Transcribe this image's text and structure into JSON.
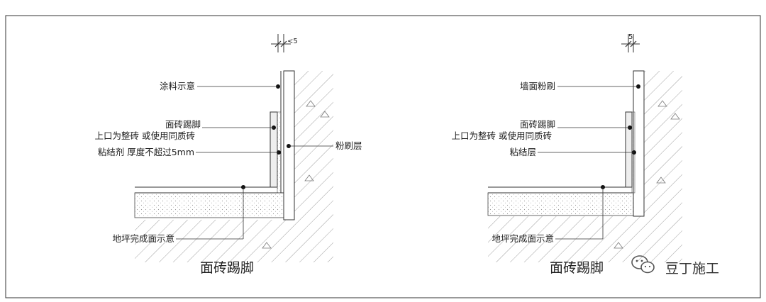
{
  "left": {
    "dim_label": "<5",
    "labels": {
      "coating": "涂料示意",
      "tile_skirting": "面砖踢脚",
      "top_edge": "上口为整砖 或使用同质砖",
      "adhesive": "粘结剂 厚度不超过5mm",
      "plaster": "粉刷层",
      "floor": "地坪完成面示意"
    },
    "title": "面砖踢脚"
  },
  "right": {
    "dim_label": "5",
    "labels": {
      "wall_paint": "墙面粉刷",
      "tile_skirting": "面砖踢脚",
      "top_edge": "上口为整砖 或使用同质砖",
      "bond_layer": "粘结层",
      "floor": "地坪完成面示意"
    },
    "title": "面砖踢脚"
  },
  "watermark": {
    "icon": "wechat-icon",
    "text": "豆丁施工"
  }
}
